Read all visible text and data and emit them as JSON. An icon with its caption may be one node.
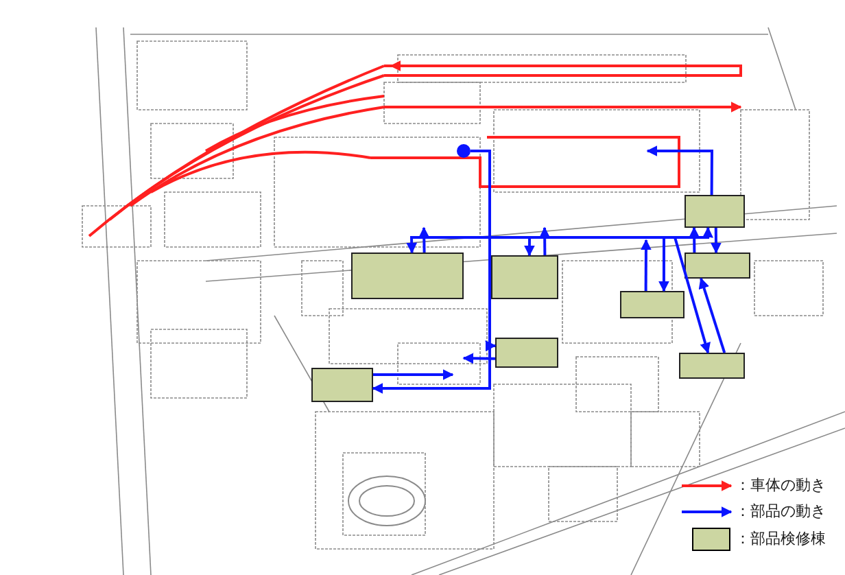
{
  "diagram": {
    "nodes": [
      {
        "text": [],
        "shape": "box"
      },
      {
        "text": [],
        "shape": "box"
      },
      {
        "text": [],
        "shape": "box"
      },
      {
        "text": [],
        "shape": "box"
      },
      {
        "text": [],
        "shape": "box"
      },
      {
        "text": [],
        "shape": "box"
      },
      {
        "text": [],
        "shape": "box"
      },
      {
        "text": [],
        "shape": "box"
      },
      {
        "text": [],
        "shape": "circle"
      }
    ],
    "edges": [
      {
        "from": 8,
        "to": 1,
        "arrow": "to"
      },
      {
        "from": 1,
        "to": null,
        "arrow": "to"
      },
      {
        "from": 8,
        "to": 2,
        "arrow": "to"
      },
      {
        "from": 2,
        "to": null,
        "arrow": "to"
      },
      {
        "from": 8,
        "to": 4,
        "arrow": "to"
      },
      {
        "from": 4,
        "to": null,
        "arrow": "to"
      },
      {
        "from": 8,
        "to": 0,
        "arrow": "to"
      },
      {
        "from": 0,
        "to": 3,
        "arrow": "to"
      },
      {
        "from": 3,
        "to": null,
        "arrow": "to"
      },
      {
        "from": 8,
        "to": 6,
        "arrow": "to"
      },
      {
        "from": 6,
        "to": 3,
        "arrow": "to"
      },
      {
        "from": 0,
        "to": null,
        "arrow": "to"
      },
      {
        "from": 8,
        "to": 5,
        "arrow": "to"
      },
      {
        "from": 5,
        "to": null,
        "arrow": "to"
      },
      {
        "from": 8,
        "to": 7,
        "arrow": "to"
      },
      {
        "from": 7,
        "to": null,
        "arrow": "to"
      }
    ],
    "legend": [
      {
        "text": "：車体の動き"
      },
      {
        "text": "：部品の動き"
      },
      {
        "text": "：部品検修棟",
        "color": "#ccd6a2"
      }
    ]
  }
}
